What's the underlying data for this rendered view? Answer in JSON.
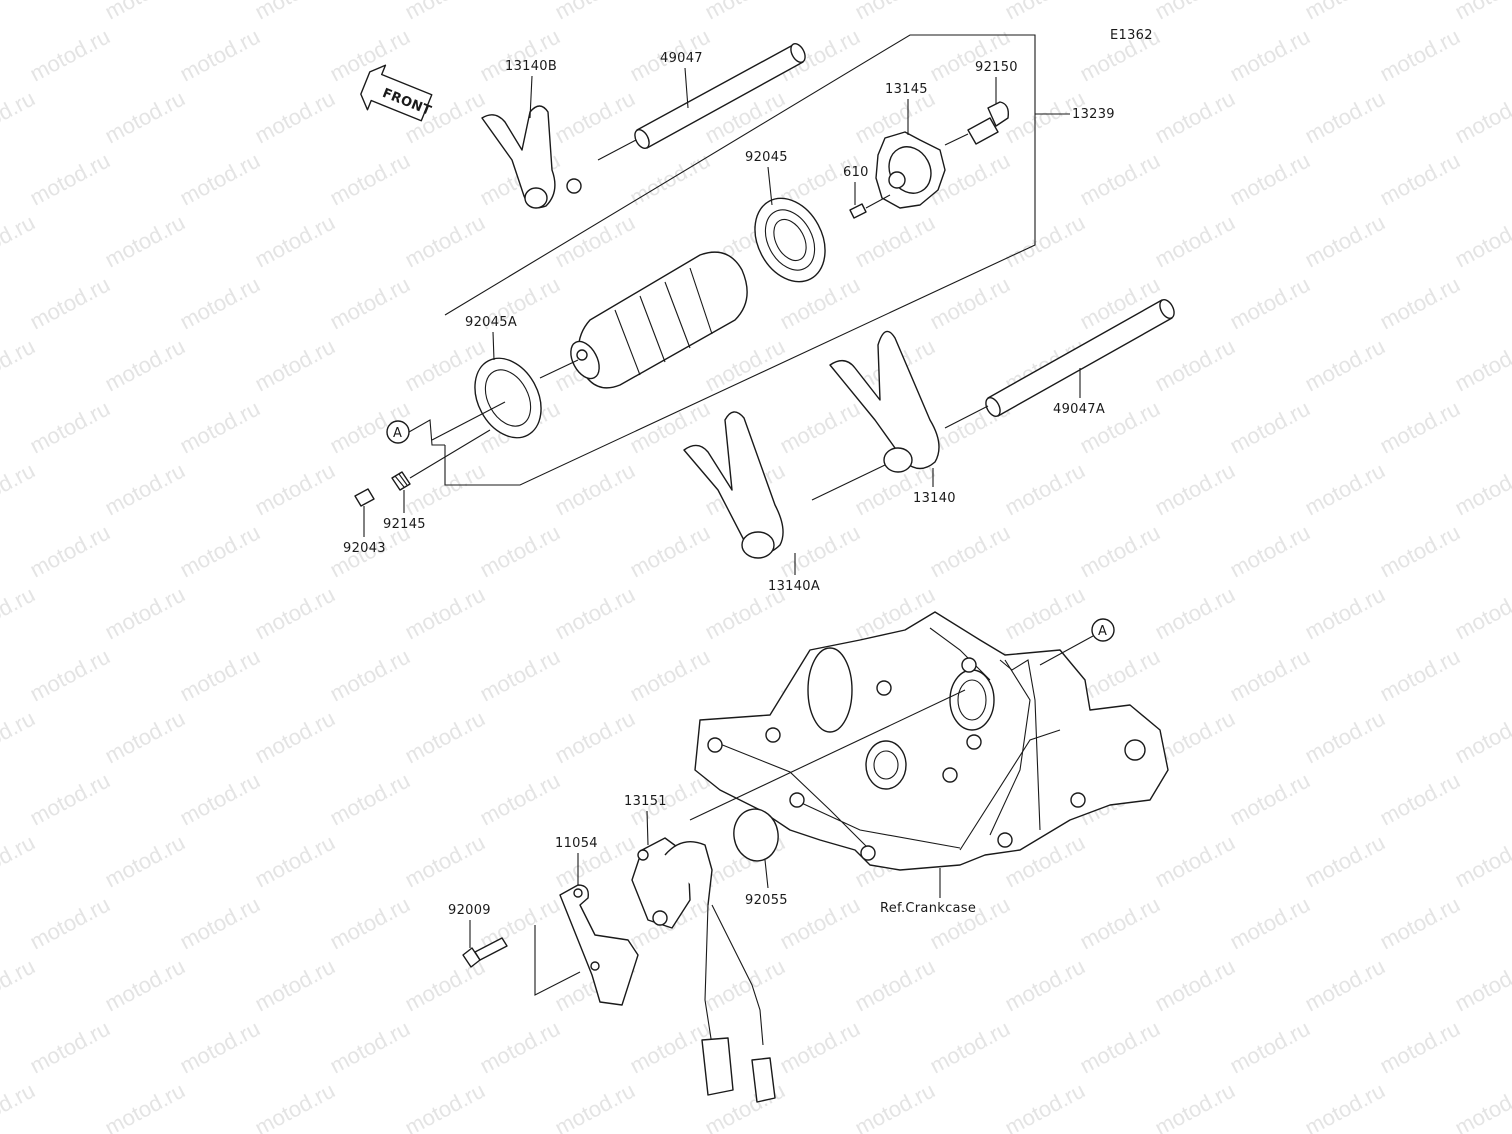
{
  "diagram": {
    "code": "E1362",
    "front_label": "FRONT",
    "watermark": "motod.ru",
    "ref_a": "A",
    "parts": [
      {
        "id": "13140B",
        "label": "13140B"
      },
      {
        "id": "49047",
        "label": "49047"
      },
      {
        "id": "92045",
        "label": "92045"
      },
      {
        "id": "13145",
        "label": "13145"
      },
      {
        "id": "92150",
        "label": "92150"
      },
      {
        "id": "13239",
        "label": "13239"
      },
      {
        "id": "610",
        "label": "610"
      },
      {
        "id": "92045A",
        "label": "92045A"
      },
      {
        "id": "92145",
        "label": "92145"
      },
      {
        "id": "92043",
        "label": "92043"
      },
      {
        "id": "49047A",
        "label": "49047A"
      },
      {
        "id": "13140",
        "label": "13140"
      },
      {
        "id": "13140A",
        "label": "13140A"
      },
      {
        "id": "13151",
        "label": "13151"
      },
      {
        "id": "11054",
        "label": "11054"
      },
      {
        "id": "92009",
        "label": "92009"
      },
      {
        "id": "92055",
        "label": "92055"
      },
      {
        "id": "ref-crankcase",
        "label": "Ref.Crankcase"
      }
    ]
  }
}
